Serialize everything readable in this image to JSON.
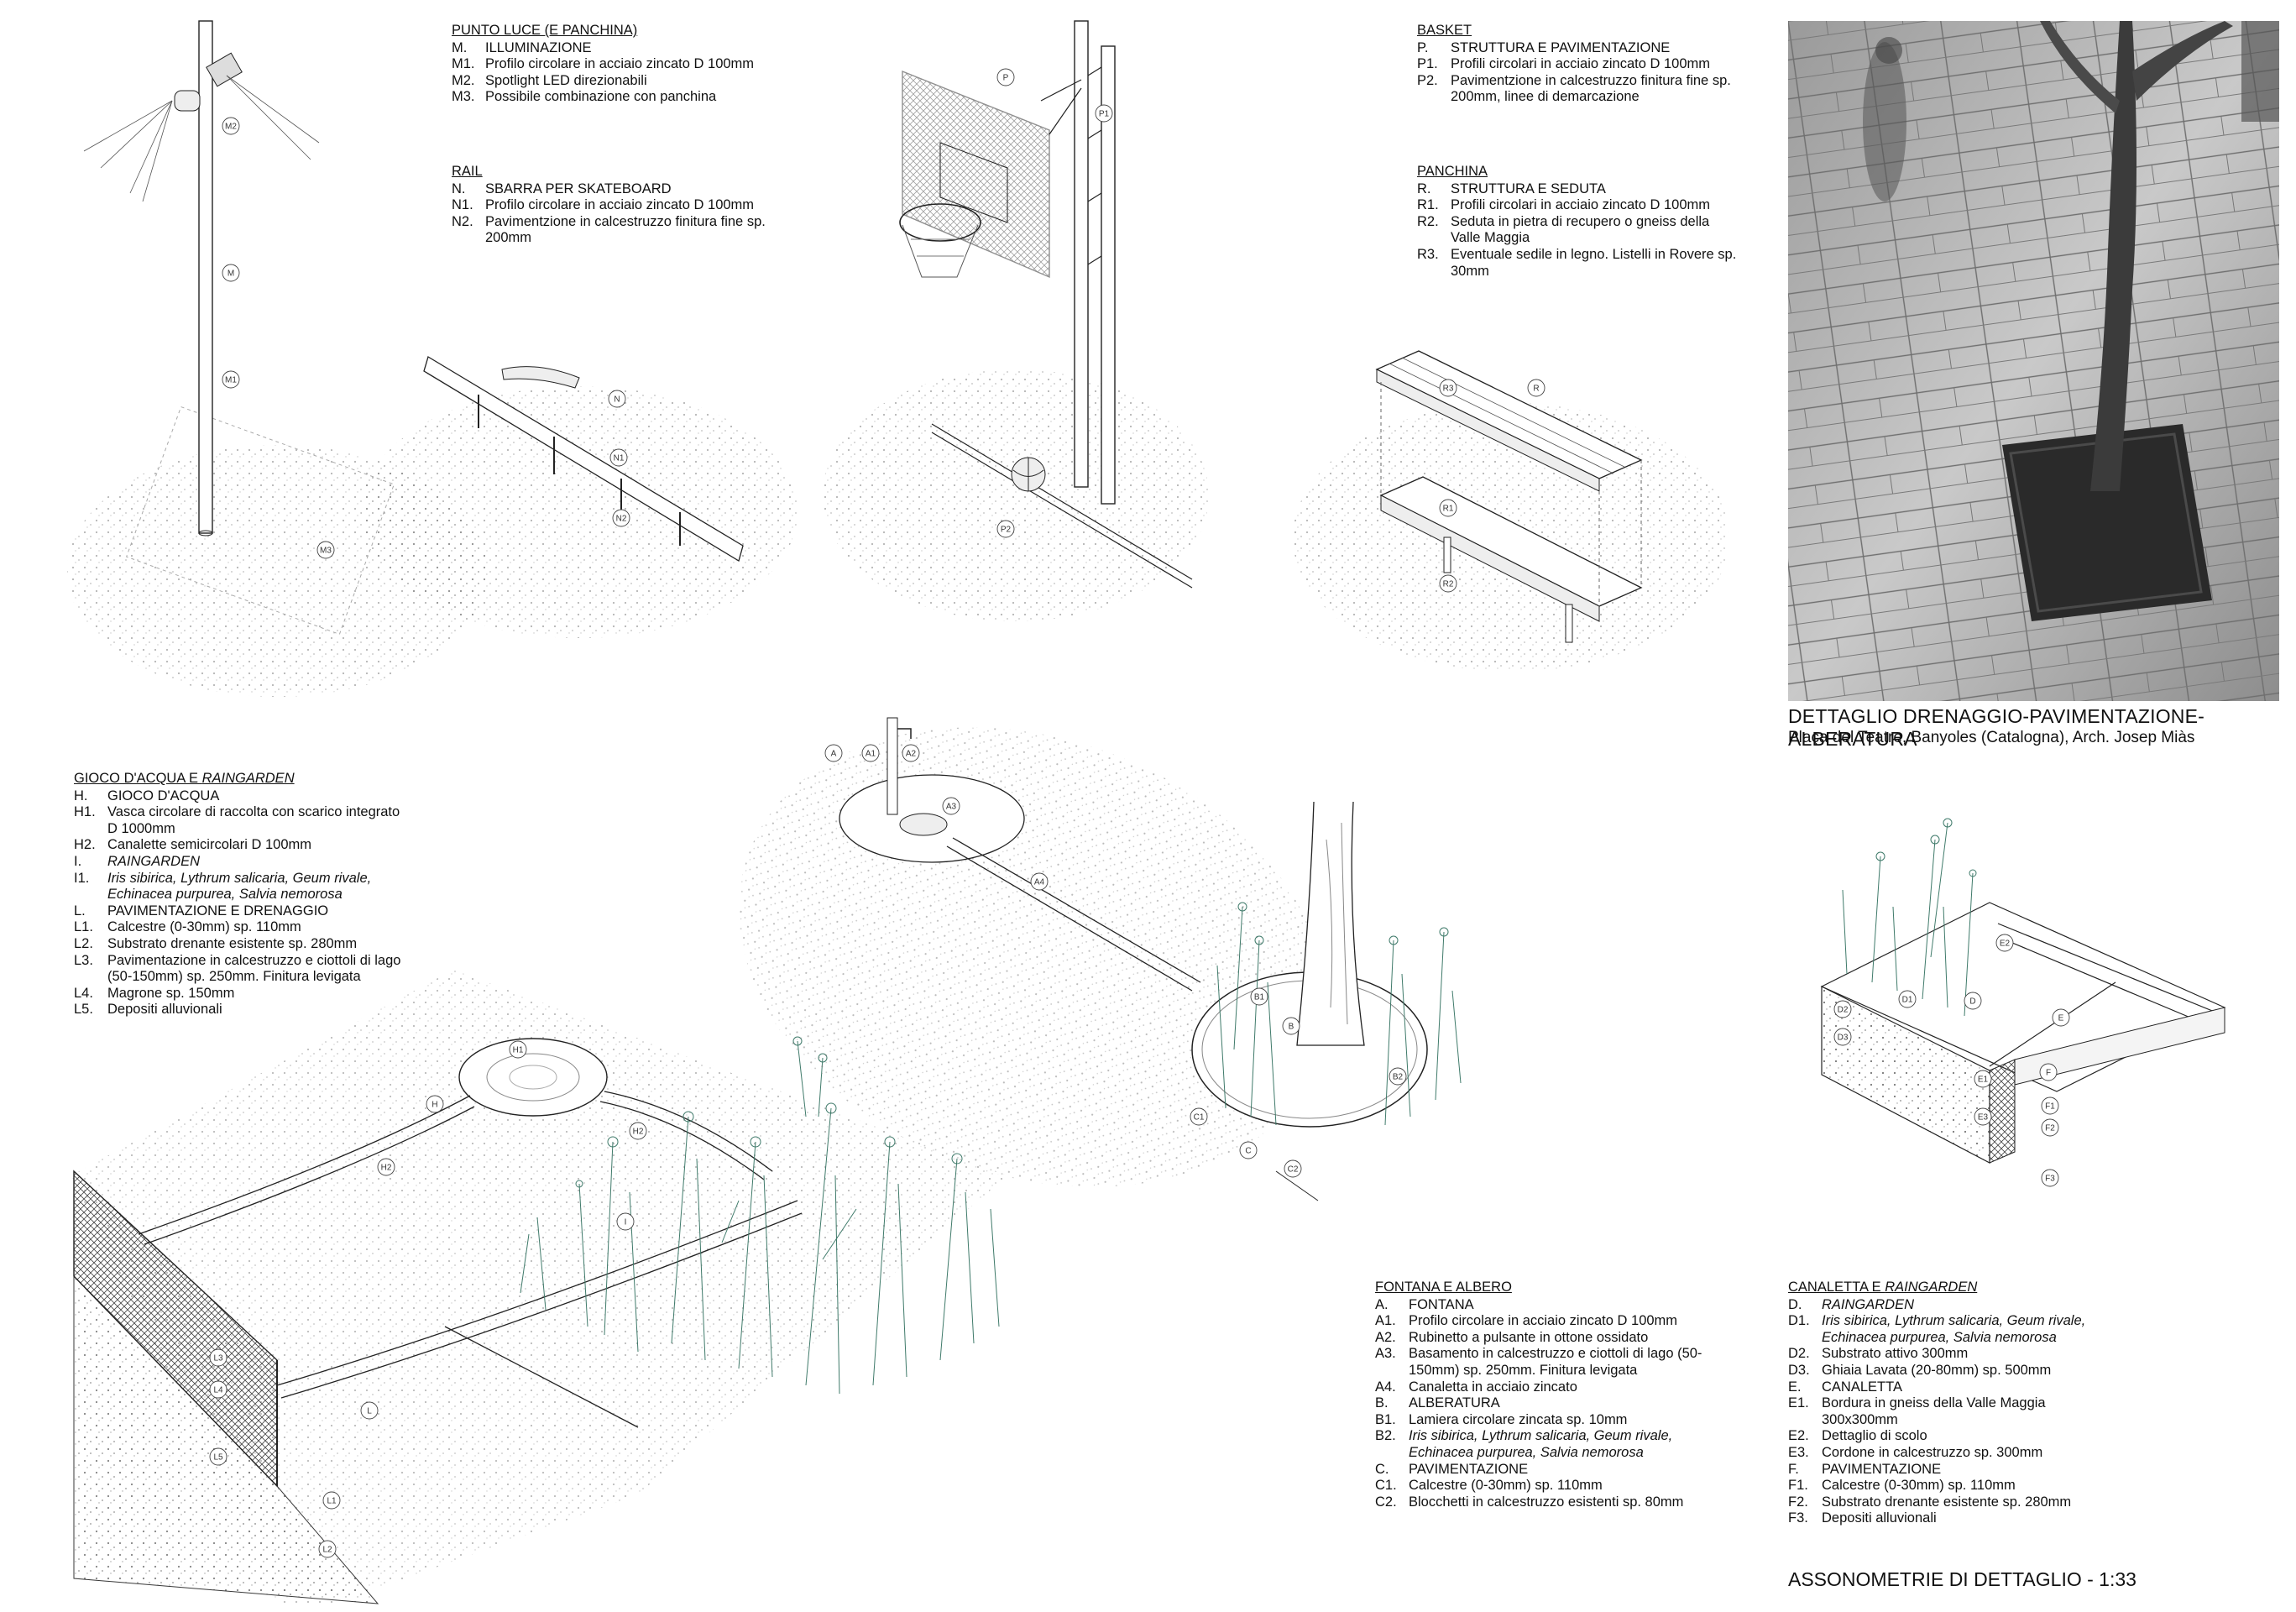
{
  "legends": {
    "punto_luce": {
      "title": "PUNTO LUCE (E PANCHINA)",
      "items": [
        {
          "code": "M.",
          "text": "ILLUMINAZIONE"
        },
        {
          "code": "M1.",
          "text": "Profilo circolare in acciaio zincato D 100mm"
        },
        {
          "code": "M2.",
          "text": "Spotlight LED direzionabili"
        },
        {
          "code": "M3.",
          "text": "Possibile combinazione con panchina"
        }
      ]
    },
    "rail": {
      "title": "RAIL",
      "items": [
        {
          "code": "N.",
          "text": "SBARRA PER SKATEBOARD"
        },
        {
          "code": "N1.",
          "text": "Profilo circolare in acciaio zincato D 100mm"
        },
        {
          "code": "N2.",
          "text": "Pavimentzione in calcestruzzo finitura fine sp. 200mm"
        }
      ]
    },
    "basket": {
      "title": "BASKET",
      "items": [
        {
          "code": "P.",
          "text": "STRUTTURA E PAVIMENTAZIONE"
        },
        {
          "code": "P1.",
          "text": "Profili circolari in acciaio zincato D 100mm"
        },
        {
          "code": "P2.",
          "text": "Pavimentzione in calcestruzzo finitura fine sp. 200mm, linee di demarcazione"
        }
      ]
    },
    "panchina": {
      "title": "PANCHINA",
      "items": [
        {
          "code": "R.",
          "text": "STRUTTURA E SEDUTA"
        },
        {
          "code": "R1.",
          "text": "Profili circolari in acciaio zincato D 100mm"
        },
        {
          "code": "R2.",
          "text": "Seduta in pietra di recupero o gneiss della Valle Maggia"
        },
        {
          "code": "R3.",
          "text": "Eventuale sedile in legno. Listelli in Rovere sp. 30mm"
        }
      ]
    },
    "gioco": {
      "title_a": "GIOCO D'ACQUA E ",
      "title_b": "RAINGARDEN",
      "items": [
        {
          "code": "H.",
          "text": "GIOCO D'ACQUA"
        },
        {
          "code": "H1.",
          "text": "Vasca circolare di raccolta con scarico integrato D 1000mm"
        },
        {
          "code": "H2.",
          "text": "Canalette semicircolari D 100mm"
        },
        {
          "code": "I.",
          "text": "RAINGARDEN",
          "italic": true
        },
        {
          "code": "I1.",
          "text": "Iris sibirica, Lythrum salicaria, Geum rivale, Echinacea purpurea, Salvia nemorosa",
          "italic": true
        },
        {
          "code": "L.",
          "text": "PAVIMENTAZIONE E DRENAGGIO"
        },
        {
          "code": "L1.",
          "text": "Calcestre (0-30mm) sp. 110mm"
        },
        {
          "code": "L2.",
          "text": "Substrato drenante esistente sp. 280mm"
        },
        {
          "code": "L3.",
          "text": "Pavimentazione in calcestruzzo e ciottoli di lago (50-150mm) sp. 250mm. Finitura levigata"
        },
        {
          "code": "L4.",
          "text": "Magrone sp. 150mm"
        },
        {
          "code": "L5.",
          "text": "Depositi alluvionali"
        }
      ]
    },
    "fontana": {
      "title": "FONTANA E ALBERO",
      "items": [
        {
          "code": "A.",
          "text": "FONTANA"
        },
        {
          "code": "A1.",
          "text": "Profilo circolare in acciaio zincato D 100mm"
        },
        {
          "code": "A2.",
          "text": "Rubinetto a pulsante in ottone ossidato"
        },
        {
          "code": "A3.",
          "text": "Basamento in calcestruzzo e ciottoli di lago (50-150mm) sp. 250mm. Finitura levigata"
        },
        {
          "code": "A4.",
          "text": "Canaletta in acciaio zincato"
        },
        {
          "code": "B.",
          "text": "ALBERATURA"
        },
        {
          "code": "B1.",
          "text": "Lamiera circolare zincata sp. 10mm"
        },
        {
          "code": "B2.",
          "text": "Iris sibirica, Lythrum salicaria, Geum rivale, Echinacea purpurea, Salvia nemorosa",
          "italic": true
        },
        {
          "code": "C.",
          "text": "PAVIMENTAZIONE"
        },
        {
          "code": "C1.",
          "text": "Calcestre (0-30mm) sp. 110mm"
        },
        {
          "code": "C2.",
          "text": "Blocchetti in calcestruzzo esistenti sp. 80mm"
        }
      ]
    },
    "canaletta": {
      "title_a": "CANALETTA E ",
      "title_b": "RAINGARDEN",
      "items": [
        {
          "code": "D.",
          "text": "RAINGARDEN",
          "italic": true
        },
        {
          "code": "D1.",
          "text": "Iris sibirica, Lythrum salicaria, Geum rivale, Echinacea purpurea, Salvia nemorosa",
          "italic": true
        },
        {
          "code": "D2.",
          "text": "Substrato attivo 300mm"
        },
        {
          "code": "D3.",
          "text": "Ghiaia Lavata (20-80mm) sp. 500mm"
        },
        {
          "code": "E.",
          "text": "CANALETTA"
        },
        {
          "code": "E1.",
          "text": "Bordura in gneiss della Valle Maggia 300x300mm"
        },
        {
          "code": "E2.",
          "text": "Dettaglio di scolo"
        },
        {
          "code": "E3.",
          "text": "Cordone in calcestruzzo sp. 300mm"
        },
        {
          "code": "F.",
          "text": "PAVIMENTAZIONE"
        },
        {
          "code": "F1.",
          "text": "Calcestre (0-30mm) sp. 110mm"
        },
        {
          "code": "F2.",
          "text": "Substrato drenante esistente sp. 280mm"
        },
        {
          "code": "F3.",
          "text": "Depositi alluvionali"
        }
      ]
    }
  },
  "photo": {
    "caption_title": "DETTAGLIO DRENAGGIO-PAVIMENTAZIONE-ALBERATURA",
    "caption_sub": "Plaça del Teatre, Banyoles (Catalogna), Arch. Josep Miàs"
  },
  "footer": {
    "title": "ASSONOMETRIE DI DETTAGLIO  - 1:33"
  },
  "tags": {
    "lamp": [
      "M2",
      "M",
      "M1",
      "M3"
    ],
    "rail": [
      "N",
      "N1",
      "N2"
    ],
    "basket": [
      "P",
      "P1",
      "P2"
    ],
    "bench": [
      "R3",
      "R",
      "R1",
      "R2"
    ],
    "water": [
      "H1",
      "H",
      "H2",
      "H2",
      "I",
      "L3",
      "L4",
      "L5",
      "L",
      "L1",
      "L2"
    ],
    "fountain": [
      "A",
      "A1",
      "A2",
      "A3",
      "A4",
      "B1",
      "B",
      "B2",
      "C1",
      "C",
      "C2"
    ],
    "channel": [
      "E2",
      "D1",
      "D",
      "D2",
      "D3",
      "E",
      "E1",
      "F",
      "E3",
      "F1",
      "F2",
      "F3"
    ]
  },
  "colors": {
    "ink": "#222222",
    "plants": "#3f7a6a",
    "paper": "#ffffff"
  }
}
